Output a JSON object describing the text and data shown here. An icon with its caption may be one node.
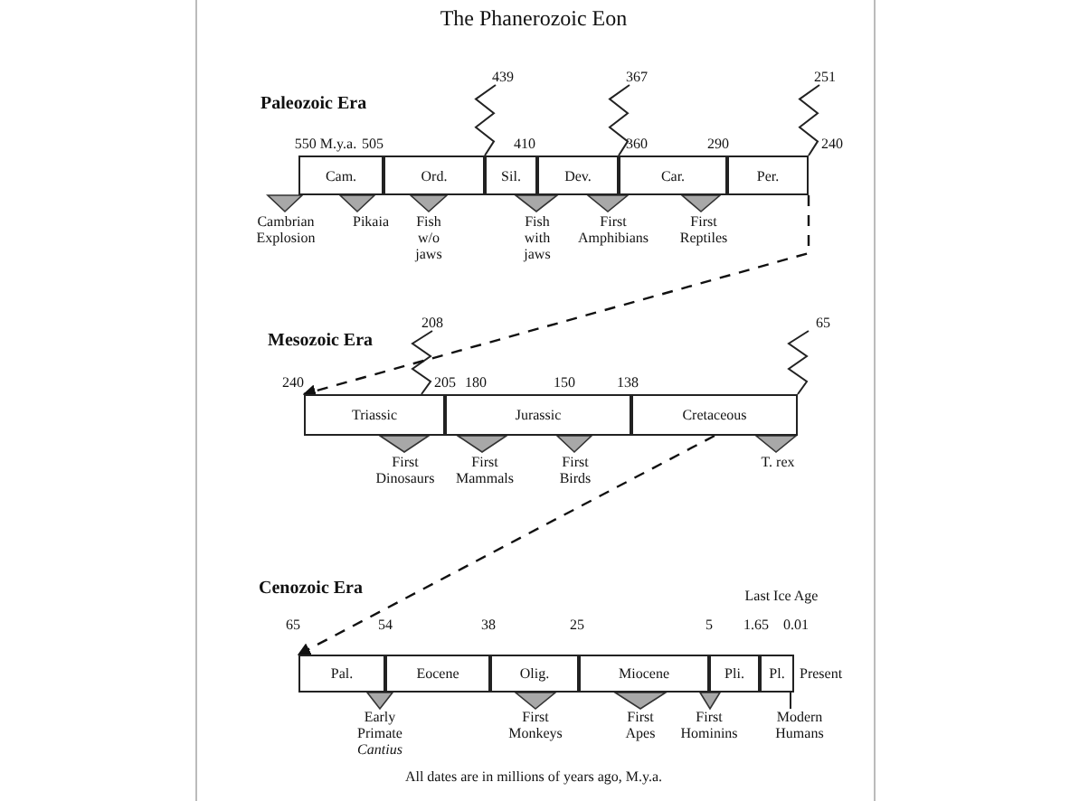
{
  "diagram": {
    "title": "The Phanerozoic Eon",
    "caption": "All dates are in millions of years ago, M.y.a.",
    "nodes": [
      {
        "text": [
          "Cam."
        ]
      },
      {
        "text": [
          "Ord."
        ]
      },
      {
        "text": [
          "Sil."
        ]
      },
      {
        "text": [
          "Dev."
        ]
      },
      {
        "text": [
          "Car."
        ]
      },
      {
        "text": [
          "Per."
        ]
      },
      {
        "text": [
          "Triassic"
        ]
      },
      {
        "text": [
          "Jurassic"
        ]
      },
      {
        "text": [
          "Cretaceous"
        ]
      },
      {
        "text": [
          "Pal."
        ]
      },
      {
        "text": [
          "Eocene"
        ]
      },
      {
        "text": [
          "Olig."
        ]
      },
      {
        "text": [
          "Miocene"
        ]
      },
      {
        "text": [
          "Pli."
        ]
      },
      {
        "text": [
          "Pl."
        ]
      },
      {
        "text": [
          "439"
        ]
      },
      {
        "text": [
          "367"
        ]
      },
      {
        "text": [
          "251"
        ]
      },
      {
        "text": [
          "208"
        ]
      },
      {
        "text": [
          "65"
        ]
      },
      {
        "text": [
          "Modern Humans"
        ]
      }
    ],
    "edges": [
      {
        "from": 5,
        "to": 6,
        "arrow": "to",
        "style": "dashed"
      },
      {
        "from": 8,
        "to": 9,
        "arrow": "to",
        "style": "dashed"
      },
      {
        "from": 15,
        "to": 2,
        "arrow": "none"
      },
      {
        "from": 16,
        "to": 3,
        "arrow": "none"
      },
      {
        "from": 17,
        "to": 5,
        "arrow": "none"
      },
      {
        "from": 18,
        "to": 6,
        "arrow": "none"
      },
      {
        "from": 19,
        "to": 8,
        "arrow": "none"
      },
      {
        "from": 20,
        "to": 14,
        "arrow": "none"
      }
    ],
    "labels": [
      "Paleozoic Era",
      "550 M.y.a.",
      "505",
      "410",
      "360",
      "290",
      "240",
      "Cambrian Explosion",
      "Pikaia",
      "Fish w/o jaws",
      "Fish with jaws",
      "First Amphibians",
      "First Reptiles",
      "Mesozoic Era",
      "240",
      "205",
      "180",
      "150",
      "138",
      "First Dinosaurs",
      "First Mammals",
      "First Birds",
      "T. rex",
      "Cenozoic Era",
      "Last Ice Age",
      "65",
      "54",
      "38",
      "25",
      "5",
      "1.65",
      "0.01",
      "Present",
      "Early Primate *Cantius*",
      "First Monkeys",
      "First Apes",
      "First Hominins"
    ]
  }
}
